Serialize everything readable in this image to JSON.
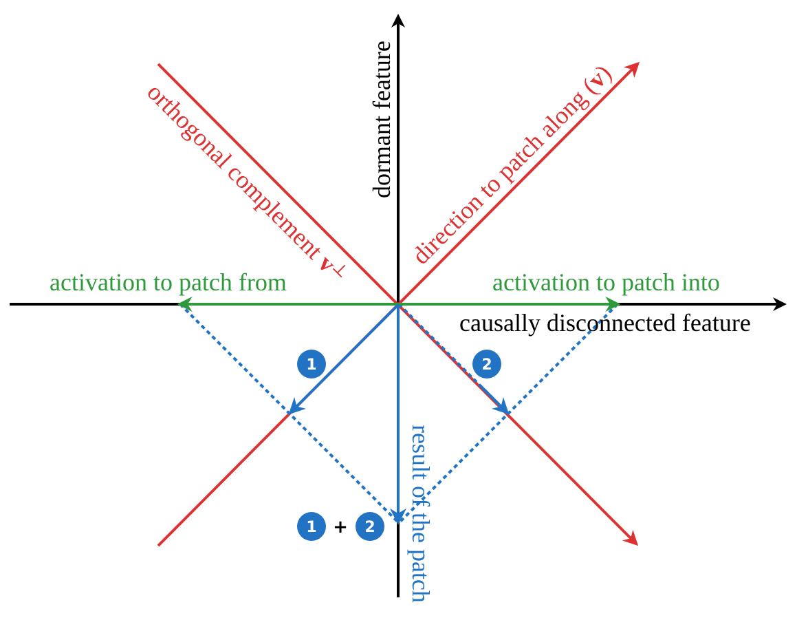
{
  "labels": {
    "y_axis": "dormant feature",
    "x_axis": "causally disconnected feature",
    "patch_direction": "direction to patch along (",
    "patch_direction_v": "v",
    "patch_direction_close": ")",
    "orthogonal": "orthogonal complement ",
    "orthogonal_v": "v",
    "orthogonal_perp": "⊥",
    "patch_from": "activation to patch from",
    "patch_into": "activation to patch into",
    "result": "result of the patch"
  },
  "badges": {
    "one": "1",
    "two": "2",
    "plus": "+"
  },
  "colors": {
    "axis": "#000000",
    "red": "#dc3232",
    "green": "#2f9a3c",
    "blue": "#2273c3"
  }
}
